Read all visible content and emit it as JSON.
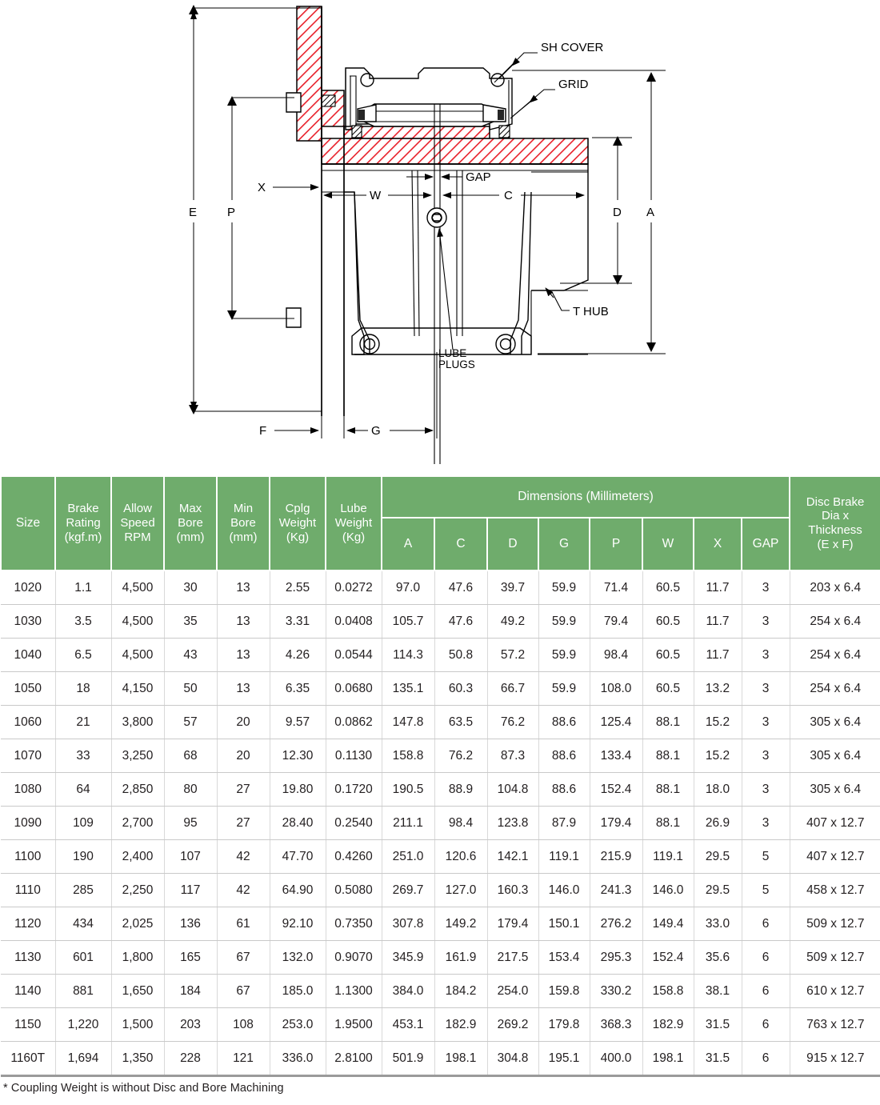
{
  "diagram": {
    "callouts": [
      {
        "id": "sh-cover",
        "label": "SH COVER"
      },
      {
        "id": "grid",
        "label": "GRID"
      },
      {
        "id": "t-hub",
        "label": "T HUB"
      },
      {
        "id": "lube-plugs-1",
        "label": "LUBE"
      },
      {
        "id": "lube-plugs-2",
        "label": "PLUGS"
      }
    ],
    "dimension_labels": {
      "A": "A",
      "C": "C",
      "D": "D",
      "E": "E",
      "F": "F",
      "G": "G",
      "P": "P",
      "W": "W",
      "X": "X",
      "GAP": "GAP"
    }
  },
  "table": {
    "headers": {
      "size": "Size",
      "brake_rating": [
        "Brake",
        "Rating",
        "(kgf.m)"
      ],
      "allow_speed": [
        "Allow",
        "Speed",
        "RPM"
      ],
      "max_bore": [
        "Max",
        "Bore",
        "(mm)"
      ],
      "min_bore": [
        "Min",
        "Bore",
        "(mm)"
      ],
      "cplg_weight": [
        "Cplg",
        "Weight",
        "(Kg)"
      ],
      "lube_weight": [
        "Lube",
        "Weight",
        "(Kg)"
      ],
      "dimensions_group": "Dimensions (Millimeters)",
      "dim_A": "A",
      "dim_C": "C",
      "dim_D": "D",
      "dim_G": "G",
      "dim_P": "P",
      "dim_W": "W",
      "dim_X": "X",
      "dim_GAP": "GAP",
      "disc_brake": [
        "Disc Brake",
        "Dia x",
        "Thickness",
        "(E x F)"
      ]
    },
    "rows": [
      {
        "size": "1020",
        "brake_rating": "1.1",
        "allow_speed": "4,500",
        "max_bore": "30",
        "min_bore": "13",
        "cplg_weight": "2.55",
        "lube_weight": "0.0272",
        "A": "97.0",
        "C": "47.6",
        "D": "39.7",
        "G": "59.9",
        "P": "71.4",
        "W": "60.5",
        "X": "11.7",
        "GAP": "3",
        "disc_brake": "203 x 6.4"
      },
      {
        "size": "1030",
        "brake_rating": "3.5",
        "allow_speed": "4,500",
        "max_bore": "35",
        "min_bore": "13",
        "cplg_weight": "3.31",
        "lube_weight": "0.0408",
        "A": "105.7",
        "C": "47.6",
        "D": "49.2",
        "G": "59.9",
        "P": "79.4",
        "W": "60.5",
        "X": "11.7",
        "GAP": "3",
        "disc_brake": "254 x 6.4"
      },
      {
        "size": "1040",
        "brake_rating": "6.5",
        "allow_speed": "4,500",
        "max_bore": "43",
        "min_bore": "13",
        "cplg_weight": "4.26",
        "lube_weight": "0.0544",
        "A": "114.3",
        "C": "50.8",
        "D": "57.2",
        "G": "59.9",
        "P": "98.4",
        "W": "60.5",
        "X": "11.7",
        "GAP": "3",
        "disc_brake": "254 x 6.4"
      },
      {
        "size": "1050",
        "brake_rating": "18",
        "allow_speed": "4,150",
        "max_bore": "50",
        "min_bore": "13",
        "cplg_weight": "6.35",
        "lube_weight": "0.0680",
        "A": "135.1",
        "C": "60.3",
        "D": "66.7",
        "G": "59.9",
        "P": "108.0",
        "W": "60.5",
        "X": "13.2",
        "GAP": "3",
        "disc_brake": "254 x 6.4"
      },
      {
        "size": "1060",
        "brake_rating": "21",
        "allow_speed": "3,800",
        "max_bore": "57",
        "min_bore": "20",
        "cplg_weight": "9.57",
        "lube_weight": "0.0862",
        "A": "147.8",
        "C": "63.5",
        "D": "76.2",
        "G": "88.6",
        "P": "125.4",
        "W": "88.1",
        "X": "15.2",
        "GAP": "3",
        "disc_brake": "305 x 6.4"
      },
      {
        "size": "1070",
        "brake_rating": "33",
        "allow_speed": "3,250",
        "max_bore": "68",
        "min_bore": "20",
        "cplg_weight": "12.30",
        "lube_weight": "0.1130",
        "A": "158.8",
        "C": "76.2",
        "D": "87.3",
        "G": "88.6",
        "P": "133.4",
        "W": "88.1",
        "X": "15.2",
        "GAP": "3",
        "disc_brake": "305 x 6.4"
      },
      {
        "size": "1080",
        "brake_rating": "64",
        "allow_speed": "2,850",
        "max_bore": "80",
        "min_bore": "27",
        "cplg_weight": "19.80",
        "lube_weight": "0.1720",
        "A": "190.5",
        "C": "88.9",
        "D": "104.8",
        "G": "88.6",
        "P": "152.4",
        "W": "88.1",
        "X": "18.0",
        "GAP": "3",
        "disc_brake": "305 x 6.4"
      },
      {
        "size": "1090",
        "brake_rating": "109",
        "allow_speed": "2,700",
        "max_bore": "95",
        "min_bore": "27",
        "cplg_weight": "28.40",
        "lube_weight": "0.2540",
        "A": "211.1",
        "C": "98.4",
        "D": "123.8",
        "G": "87.9",
        "P": "179.4",
        "W": "88.1",
        "X": "26.9",
        "GAP": "3",
        "disc_brake": "407 x 12.7"
      },
      {
        "size": "1100",
        "brake_rating": "190",
        "allow_speed": "2,400",
        "max_bore": "107",
        "min_bore": "42",
        "cplg_weight": "47.70",
        "lube_weight": "0.4260",
        "A": "251.0",
        "C": "120.6",
        "D": "142.1",
        "G": "119.1",
        "P": "215.9",
        "W": "119.1",
        "X": "29.5",
        "GAP": "5",
        "disc_brake": "407 x 12.7"
      },
      {
        "size": "1110",
        "brake_rating": "285",
        "allow_speed": "2,250",
        "max_bore": "117",
        "min_bore": "42",
        "cplg_weight": "64.90",
        "lube_weight": "0.5080",
        "A": "269.7",
        "C": "127.0",
        "D": "160.3",
        "G": "146.0",
        "P": "241.3",
        "W": "146.0",
        "X": "29.5",
        "GAP": "5",
        "disc_brake": "458 x 12.7"
      },
      {
        "size": "1120",
        "brake_rating": "434",
        "allow_speed": "2,025",
        "max_bore": "136",
        "min_bore": "61",
        "cplg_weight": "92.10",
        "lube_weight": "0.7350",
        "A": "307.8",
        "C": "149.2",
        "D": "179.4",
        "G": "150.1",
        "P": "276.2",
        "W": "149.4",
        "X": "33.0",
        "GAP": "6",
        "disc_brake": "509 x 12.7"
      },
      {
        "size": "1130",
        "brake_rating": "601",
        "allow_speed": "1,800",
        "max_bore": "165",
        "min_bore": "67",
        "cplg_weight": "132.0",
        "lube_weight": "0.9070",
        "A": "345.9",
        "C": "161.9",
        "D": "217.5",
        "G": "153.4",
        "P": "295.3",
        "W": "152.4",
        "X": "35.6",
        "GAP": "6",
        "disc_brake": "509 x 12.7"
      },
      {
        "size": "1140",
        "brake_rating": "881",
        "allow_speed": "1,650",
        "max_bore": "184",
        "min_bore": "67",
        "cplg_weight": "185.0",
        "lube_weight": "1.1300",
        "A": "384.0",
        "C": "184.2",
        "D": "254.0",
        "G": "159.8",
        "P": "330.2",
        "W": "158.8",
        "X": "38.1",
        "GAP": "6",
        "disc_brake": "610 x 12.7"
      },
      {
        "size": "1150",
        "brake_rating": "1,220",
        "allow_speed": "1,500",
        "max_bore": "203",
        "min_bore": "108",
        "cplg_weight": "253.0",
        "lube_weight": "1.9500",
        "A": "453.1",
        "C": "182.9",
        "D": "269.2",
        "G": "179.8",
        "P": "368.3",
        "W": "182.9",
        "X": "31.5",
        "GAP": "6",
        "disc_brake": "763 x 12.7"
      },
      {
        "size": "1160T",
        "brake_rating": "1,694",
        "allow_speed": "1,350",
        "max_bore": "228",
        "min_bore": "121",
        "cplg_weight": "336.0",
        "lube_weight": "2.8100",
        "A": "501.9",
        "C": "198.1",
        "D": "304.8",
        "G": "195.1",
        "P": "400.0",
        "W": "198.1",
        "X": "31.5",
        "GAP": "6",
        "disc_brake": "915 x 12.7"
      }
    ]
  },
  "footnote": "* Coupling Weight is without Disc and Bore Machining",
  "colors": {
    "header_green": "#6fac6c",
    "hatch_red": "#e8202a",
    "line_black": "#000000",
    "text": "#231f20"
  }
}
